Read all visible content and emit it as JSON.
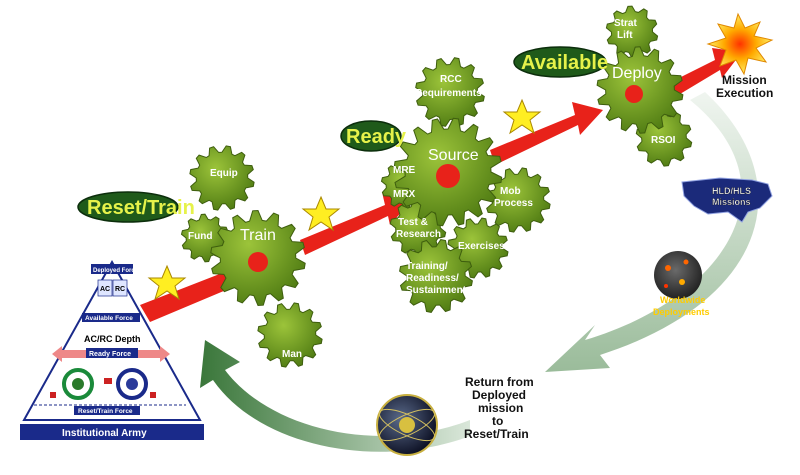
{
  "phases": {
    "reset_train": "Reset/Train",
    "ready": "Ready",
    "available": "Available"
  },
  "gears": {
    "train": "Train",
    "equip": "Equip",
    "fund": "Fund",
    "man": "Man",
    "source": "Source",
    "rcc_line1": "RCC",
    "rcc_line2": "Requirements",
    "mre": "MRE",
    "mrx": "MRX",
    "test_line1": "Test &",
    "test_line2": "Research",
    "mob_line1": "Mob",
    "mob_line2": "Process",
    "exercises": "Exercises",
    "trs_line1": "Training/",
    "trs_line2": "Readiness/",
    "trs_line3": "Sustainment",
    "deploy": "Deploy",
    "strat_line1": "Strat",
    "strat_line2": "Lift",
    "rsoi": "RSOI"
  },
  "labels": {
    "mission_line1": "Mission",
    "mission_line2": "Execution",
    "hld_line1": "HLD/HLS",
    "hld_line2": "Missions",
    "ww_line1": "Worldwide",
    "ww_line2": "Deployments",
    "return_line1": "Return from",
    "return_line2": "Deployed",
    "return_line3": "mission",
    "return_line4": "to",
    "return_line5": "Reset/Train"
  },
  "pyramid": {
    "deployed_force": "Deployed Force",
    "ac": "AC",
    "rc": "RC",
    "available_force": "Available Force",
    "acrc_depth": "AC/RC Depth",
    "ready_force": "Ready Force",
    "reset_train_force": "Reset/Train Force",
    "institutional_army": "Institutional Army"
  },
  "colors": {
    "gear": "#6f9a1e",
    "arrow": "#e8221a",
    "phase_oval": "#1f5a1a",
    "phase_text": "#e6f24a",
    "return_arrow": "#3c7a3c",
    "star": "#ffee22"
  }
}
